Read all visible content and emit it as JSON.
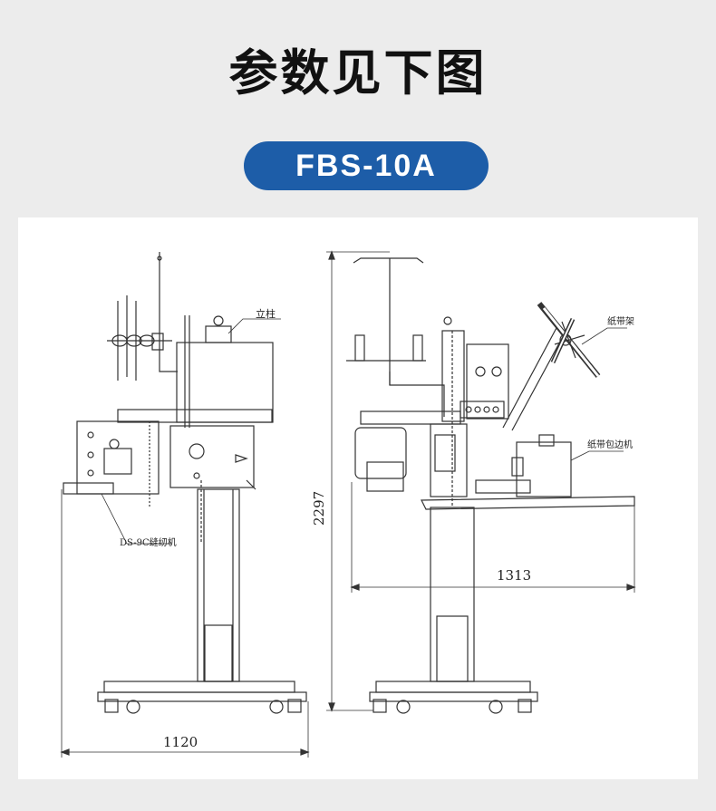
{
  "header": {
    "title": "参数见下图",
    "model": "FBS-10A"
  },
  "drawing": {
    "left_view": {
      "column_label": "立柱",
      "sewing_head_label": "DS-9C缝纫机",
      "width_dim": "1120"
    },
    "right_view": {
      "tape_holder_label": "纸带架",
      "tape_binder_label": "纸带包边机",
      "height_dim": "2297",
      "length_dim": "1313"
    }
  },
  "colors": {
    "background": "#ececec",
    "pill": "#1d5da8",
    "panel": "#ffffff",
    "line": "#333333"
  }
}
